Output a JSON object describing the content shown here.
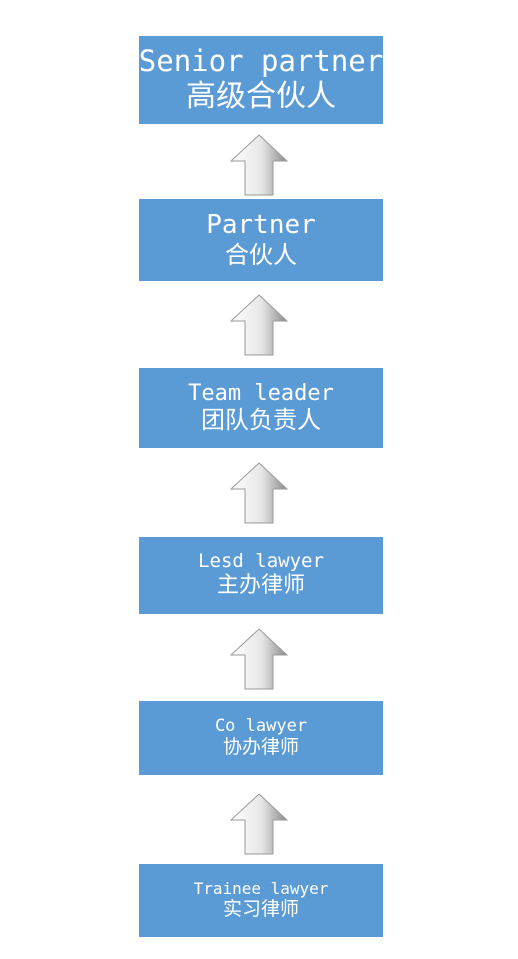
{
  "diagram": {
    "levels": [
      {
        "en": "Senior partner",
        "zh": "高级合伙人"
      },
      {
        "en": "Partner",
        "zh": "合伙人"
      },
      {
        "en": "Team leader",
        "zh": "团队负责人"
      },
      {
        "en": "Lesd lawyer",
        "zh": "主办律师"
      },
      {
        "en": "Co lawyer",
        "zh": "协办律师"
      },
      {
        "en": "Trainee lawyer",
        "zh": "实习律师"
      }
    ],
    "colors": {
      "box_fill": "#5b9bd5",
      "box_text": "#ffffff",
      "arrow_light": "#ffffff",
      "arrow_dark": "#8a8a8a"
    },
    "arrow_icon": "up-arrow-icon"
  }
}
